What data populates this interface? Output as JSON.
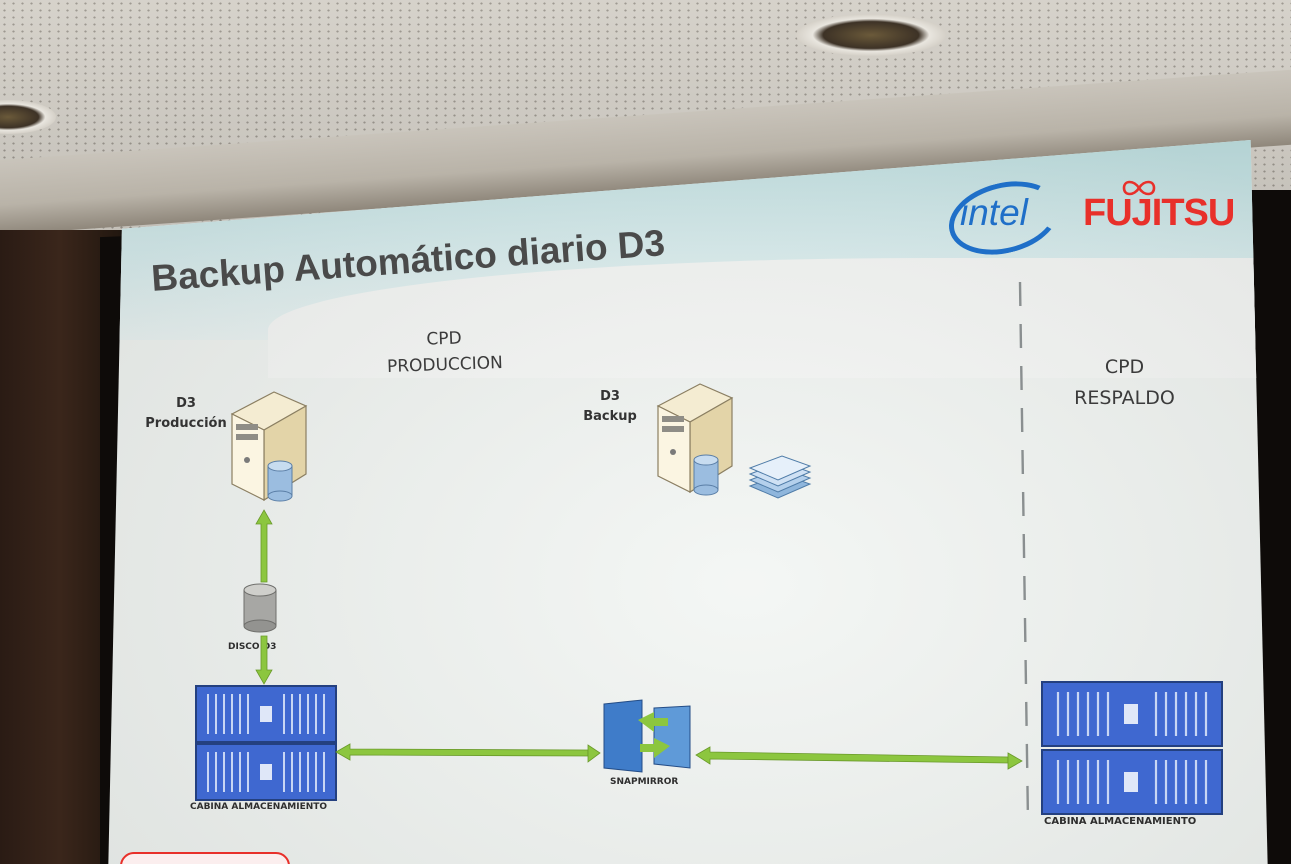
{
  "slide": {
    "title": "Backup Automático diario D3",
    "site_labels": {
      "produccion": [
        "CPD",
        "PRODUCCION"
      ],
      "respaldo": [
        "CPD",
        "RESPALDO"
      ]
    },
    "servers": {
      "produccion": [
        "D3",
        "Producción"
      ],
      "backup": [
        "D3",
        "Backup"
      ]
    },
    "disk_label": "DISCO D3",
    "storage_left_label": "CABINA ALMACENAMIENTO",
    "storage_right_label": "CABINA ALMACENAMIENTO",
    "replication_label": "SNAPMIRROR"
  },
  "logos": {
    "intel": "intel",
    "fujitsu": "FUJITSU"
  },
  "colors": {
    "arrow": "#8cc63f",
    "storage": "#3f68d0",
    "intel": "#1f6fc8",
    "fujitsu": "#e8302a",
    "title": "#4a4a4a"
  },
  "icons": [
    "server-icon",
    "database-icon",
    "documents-icon",
    "disk-icon",
    "storage-cabinet-icon",
    "snapmirror-icon"
  ]
}
